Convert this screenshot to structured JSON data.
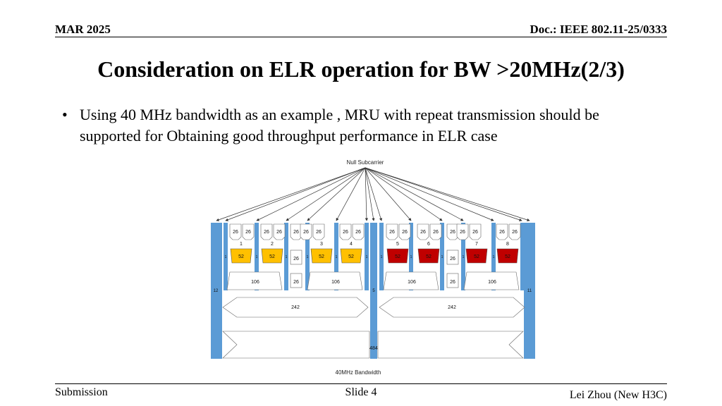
{
  "header": {
    "date": "MAR 2025",
    "doc": "Doc.: IEEE 802.11-25/0333"
  },
  "title": "Consideration on ELR operation for BW >20MHz(2/3)",
  "bullet": {
    "marker": "•",
    "text": "Using 40 MHz bandwidth as an example ,   MRU with repeat transmission should be supported for Obtaining good throughput performance in ELR case"
  },
  "figure": {
    "null_label": "Null Subcarrier",
    "bandwidth_label": "40MHz Bandwidth",
    "ru26": "26",
    "ru52": "52",
    "ru106": "106",
    "ru242": "242",
    "ru484": "484",
    "ru52_index": [
      "1",
      "2",
      "3",
      "4",
      "5",
      "6",
      "7",
      "8"
    ],
    "edge_left": "12",
    "edge_right": "11",
    "center_null": "5",
    "small_null": "1",
    "colors": {
      "null_bar": "#5b9bd5",
      "ru52_selected_a": "#ffc000",
      "ru52_selected_b": "#c00000"
    }
  },
  "footer": {
    "left": "Submission",
    "center": "Slide 4",
    "right": "Lei Zhou (New H3C)"
  }
}
